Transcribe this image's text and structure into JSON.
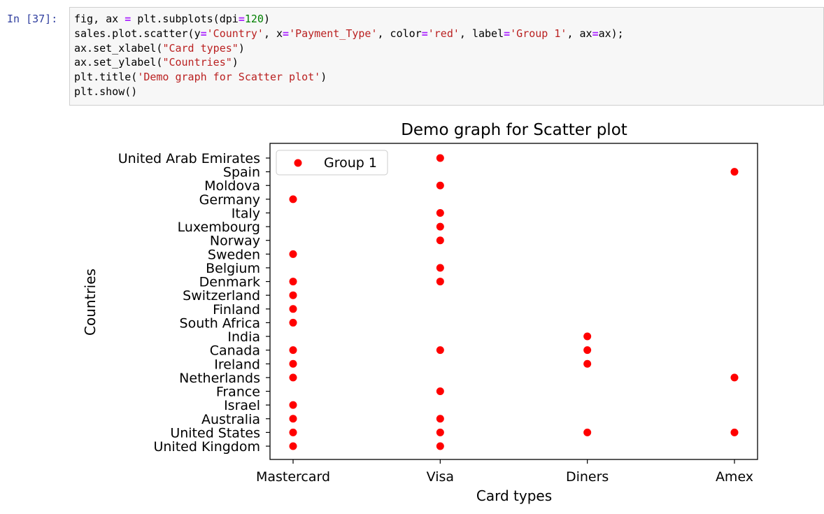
{
  "cell": {
    "prompt": "In [37]:",
    "code_lines": [
      "fig, ax = plt.subplots(dpi=120)",
      "sales.plot.scatter(y='Country', x='Payment_Type', color='red', label='Group 1', ax=ax);",
      "ax.set_xlabel(\"Card types\")",
      "ax.set_ylabel(\"Countries\")",
      "plt.title('Demo graph for Scatter plot')",
      "plt.show()"
    ]
  },
  "chart_data": {
    "type": "scatter",
    "title": "Demo graph for Scatter plot",
    "xlabel": "Card types",
    "ylabel": "Countries",
    "x_categories": [
      "Mastercard",
      "Visa",
      "Diners",
      "Amex"
    ],
    "y_categories": [
      "United Kingdom",
      "United States",
      "Australia",
      "Israel",
      "France",
      "Netherlands",
      "Ireland",
      "Canada",
      "India",
      "South Africa",
      "Finland",
      "Switzerland",
      "Denmark",
      "Belgium",
      "Sweden",
      "Norway",
      "Luxembourg",
      "Italy",
      "Germany",
      "Moldova",
      "Spain",
      "United Arab Emirates"
    ],
    "series": [
      {
        "name": "Group 1",
        "color": "#ff0000",
        "points": [
          {
            "x": "Visa",
            "y": "United Arab Emirates"
          },
          {
            "x": "Amex",
            "y": "Spain"
          },
          {
            "x": "Visa",
            "y": "Moldova"
          },
          {
            "x": "Mastercard",
            "y": "Germany"
          },
          {
            "x": "Visa",
            "y": "Italy"
          },
          {
            "x": "Visa",
            "y": "Luxembourg"
          },
          {
            "x": "Visa",
            "y": "Norway"
          },
          {
            "x": "Mastercard",
            "y": "Sweden"
          },
          {
            "x": "Visa",
            "y": "Belgium"
          },
          {
            "x": "Mastercard",
            "y": "Denmark"
          },
          {
            "x": "Visa",
            "y": "Denmark"
          },
          {
            "x": "Mastercard",
            "y": "Switzerland"
          },
          {
            "x": "Mastercard",
            "y": "Finland"
          },
          {
            "x": "Mastercard",
            "y": "South Africa"
          },
          {
            "x": "Diners",
            "y": "India"
          },
          {
            "x": "Mastercard",
            "y": "Canada"
          },
          {
            "x": "Visa",
            "y": "Canada"
          },
          {
            "x": "Diners",
            "y": "Canada"
          },
          {
            "x": "Mastercard",
            "y": "Ireland"
          },
          {
            "x": "Diners",
            "y": "Ireland"
          },
          {
            "x": "Mastercard",
            "y": "Netherlands"
          },
          {
            "x": "Amex",
            "y": "Netherlands"
          },
          {
            "x": "Visa",
            "y": "France"
          },
          {
            "x": "Mastercard",
            "y": "Israel"
          },
          {
            "x": "Mastercard",
            "y": "Australia"
          },
          {
            "x": "Visa",
            "y": "Australia"
          },
          {
            "x": "Mastercard",
            "y": "United States"
          },
          {
            "x": "Visa",
            "y": "United States"
          },
          {
            "x": "Diners",
            "y": "United States"
          },
          {
            "x": "Amex",
            "y": "United States"
          },
          {
            "x": "Mastercard",
            "y": "United Kingdom"
          },
          {
            "x": "Visa",
            "y": "United Kingdom"
          }
        ]
      }
    ],
    "legend": {
      "position": "top-left",
      "label": "Group 1"
    },
    "grid": false
  }
}
